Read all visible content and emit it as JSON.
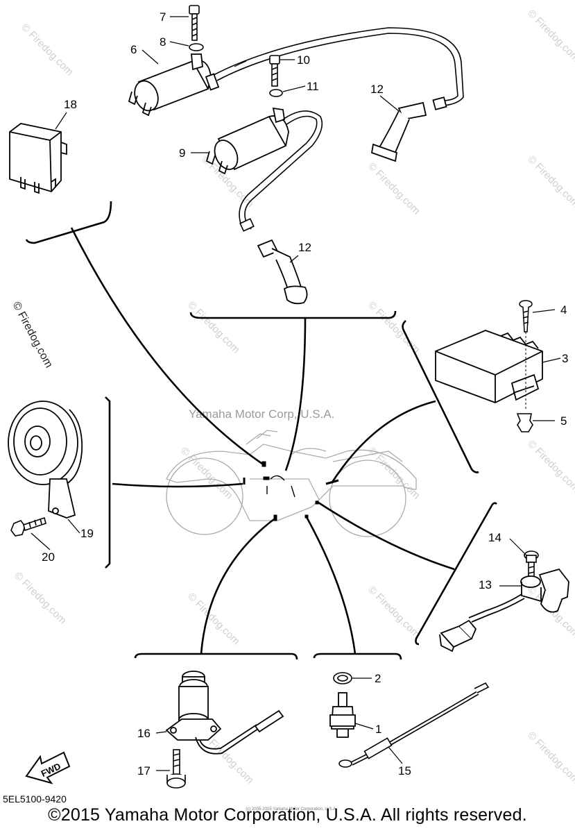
{
  "watermark_center": "Yamaha Motor Corp, U.S.A.",
  "watermark_site": "© Firedog.com",
  "watermark_side": "© Firedog.com",
  "fwd_label": "FWD",
  "part_code": "5EL5100-9420",
  "copyright": "©2015 Yamaha Motor Corporation, U.S.A. All rights reserved.",
  "tiny_copyright": "(c) 2005-2015 Yamaha Motor Corporation, U.S.A.",
  "callouts": {
    "c1": "1",
    "c2": "2",
    "c3": "3",
    "c4": "4",
    "c5": "5",
    "c6": "6",
    "c7": "7",
    "c8": "8",
    "c9": "9",
    "c10": "10",
    "c11": "11",
    "c12a": "12",
    "c12b": "12",
    "c13": "13",
    "c14": "14",
    "c15": "15",
    "c16": "16",
    "c17": "17",
    "c18": "18",
    "c19": "19",
    "c20": "20"
  }
}
